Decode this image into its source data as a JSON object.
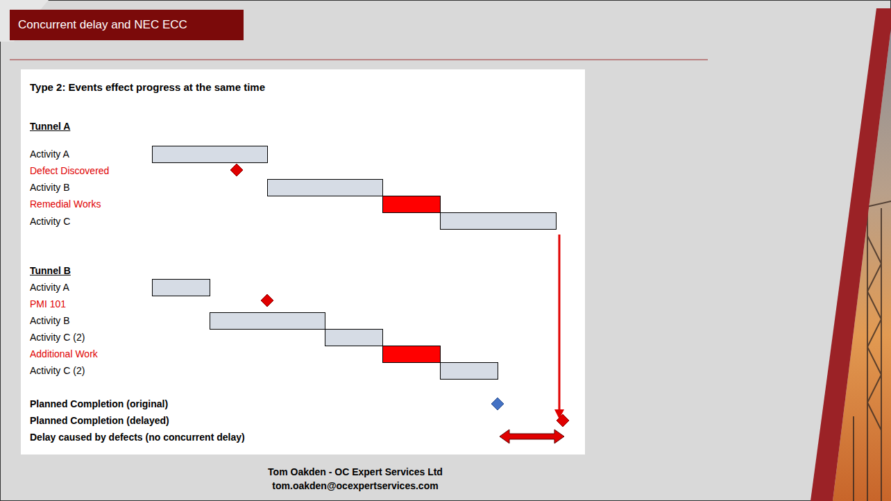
{
  "diagram": {
    "title": "Concurrent delay and NEC ECC",
    "labels": [
      "Type 2: Events effect progress at the same time",
      "Tunnel A",
      "Activity A",
      "Defect Discovered",
      "Activity B",
      "Remedial Works",
      "Activity C",
      "Tunnel B",
      "Activity A",
      "PMI 101",
      "Activity B",
      "Activity C (2)",
      "Additional Work",
      "Activity C (2)",
      "Planned Completion (original)",
      "Planned Completion (delayed)",
      "Delay caused by defects (no concurrent delay)",
      "Tom Oakden - OC Expert Services Ltd",
      "tom.oakden@ocexpertservices.com"
    ]
  }
}
